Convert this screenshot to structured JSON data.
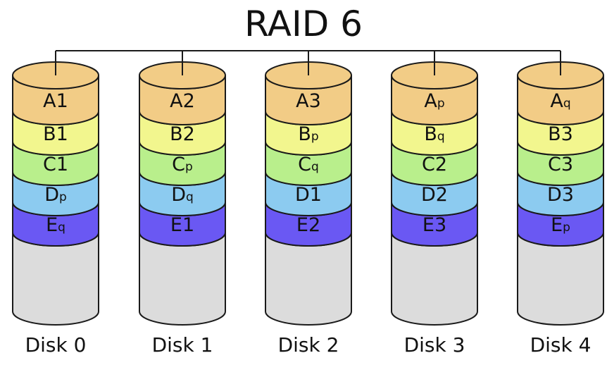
{
  "title": "RAID 6",
  "colors": {
    "row_fills": [
      "#f2cc86",
      "#f2f68e",
      "#b9ef8c",
      "#8ccbf0",
      "#6a58f3"
    ],
    "empty_fill": "#dcdcdc",
    "stroke": "#1a1a1a"
  },
  "disks": [
    {
      "label": "Disk 0",
      "blocks": [
        {
          "main": "A",
          "sub": "1"
        },
        {
          "main": "B",
          "sub": "1"
        },
        {
          "main": "C",
          "sub": "1"
        },
        {
          "main": "D",
          "sub": "p"
        },
        {
          "main": "E",
          "sub": "q"
        }
      ]
    },
    {
      "label": "Disk 1",
      "blocks": [
        {
          "main": "A",
          "sub": "2"
        },
        {
          "main": "B",
          "sub": "2"
        },
        {
          "main": "C",
          "sub": "p"
        },
        {
          "main": "D",
          "sub": "q"
        },
        {
          "main": "E",
          "sub": "1"
        }
      ]
    },
    {
      "label": "Disk 2",
      "blocks": [
        {
          "main": "A",
          "sub": "3"
        },
        {
          "main": "B",
          "sub": "p"
        },
        {
          "main": "C",
          "sub": "q"
        },
        {
          "main": "D",
          "sub": "1"
        },
        {
          "main": "E",
          "sub": "2"
        }
      ]
    },
    {
      "label": "Disk 3",
      "blocks": [
        {
          "main": "A",
          "sub": "p"
        },
        {
          "main": "B",
          "sub": "q"
        },
        {
          "main": "C",
          "sub": "2"
        },
        {
          "main": "D",
          "sub": "2"
        },
        {
          "main": "E",
          "sub": "3"
        }
      ]
    },
    {
      "label": "Disk 4",
      "blocks": [
        {
          "main": "A",
          "sub": "q"
        },
        {
          "main": "B",
          "sub": "3"
        },
        {
          "main": "C",
          "sub": "3"
        },
        {
          "main": "D",
          "sub": "3"
        },
        {
          "main": "E",
          "sub": "p"
        }
      ]
    }
  ]
}
